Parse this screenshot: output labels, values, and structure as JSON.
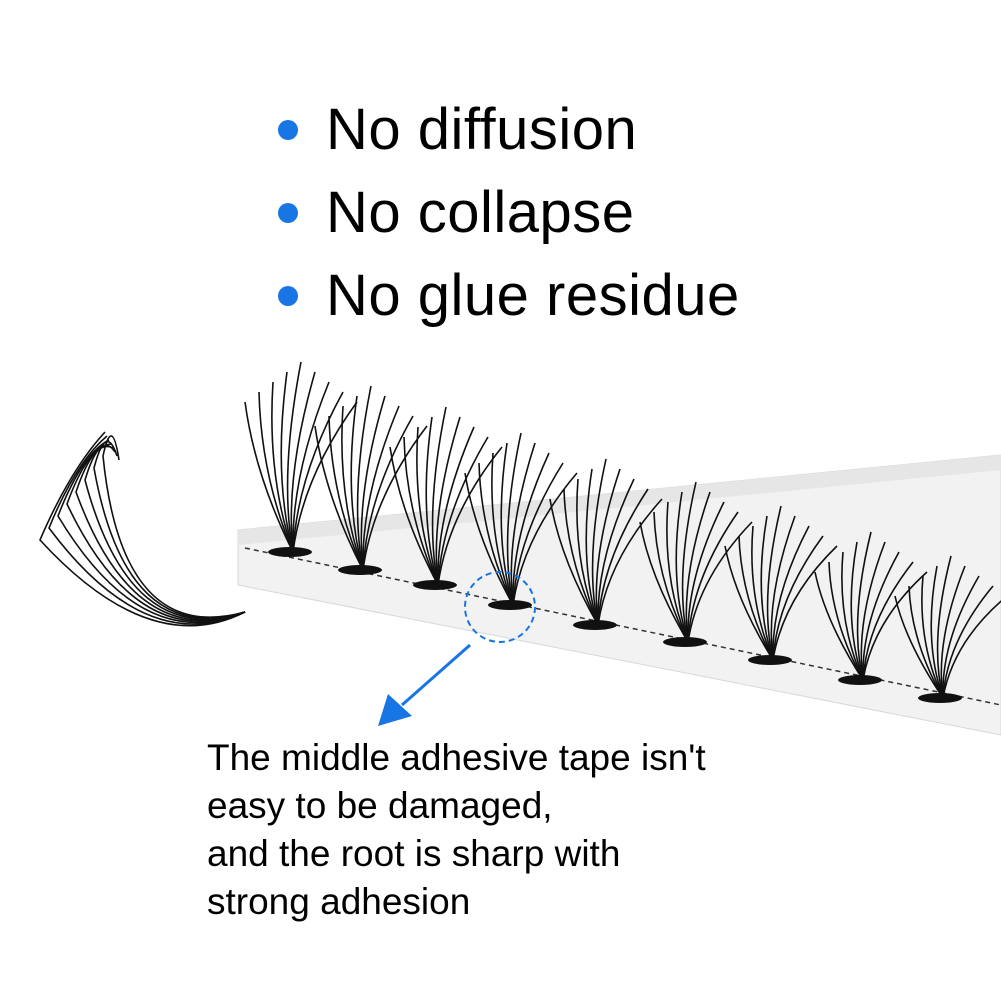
{
  "features": [
    {
      "text": "No diffusion",
      "icon": "bullet-dot"
    },
    {
      "text": "No collapse",
      "icon": "bullet-dot"
    },
    {
      "text": "No glue residue",
      "icon": "bullet-dot"
    }
  ],
  "caption": {
    "lines": [
      "The middle adhesive tape isn't",
      "easy to be damaged,",
      "and the root is sharp with",
      "strong adhesion"
    ]
  },
  "colors": {
    "accent": "#1876e4",
    "text": "#000000",
    "background": "#ffffff"
  }
}
